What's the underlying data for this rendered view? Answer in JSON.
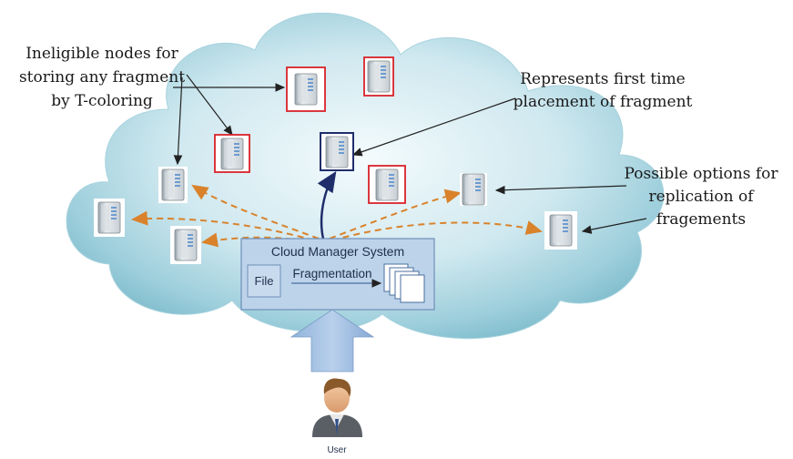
{
  "annotations": {
    "ineligible": [
      "Ineligible nodes for",
      "storing any fragment",
      "by T-coloring"
    ],
    "first_time": [
      "Represents first time",
      "placement of fragment"
    ],
    "replication": [
      "Possible options for",
      "replication of",
      "fragements"
    ]
  },
  "manager": {
    "title": "Cloud Manager System",
    "file_label": "File",
    "fragmentation_label": "Fragmentation"
  },
  "user": {
    "label": "User"
  },
  "node_legend": {
    "ineligible_color": "#d9222a",
    "first_placement_color": "#1f2e6b",
    "replication_arrow_color": "#d9822b"
  }
}
